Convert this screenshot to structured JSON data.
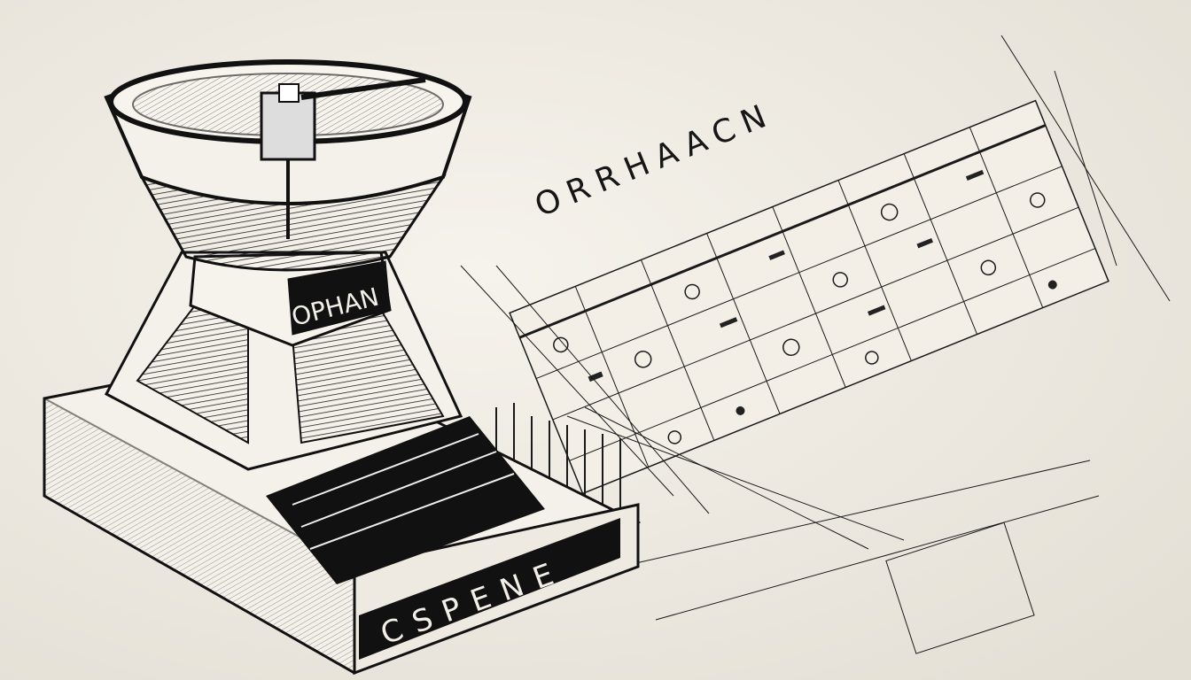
{
  "illustration": {
    "grinder_label": "OPHAN",
    "diagram_title": "ORRHAACN",
    "base_label": "CSPENE"
  },
  "colors": {
    "paper": "#efebe3",
    "ink": "#141414",
    "highlight": "#f7f4ee"
  }
}
